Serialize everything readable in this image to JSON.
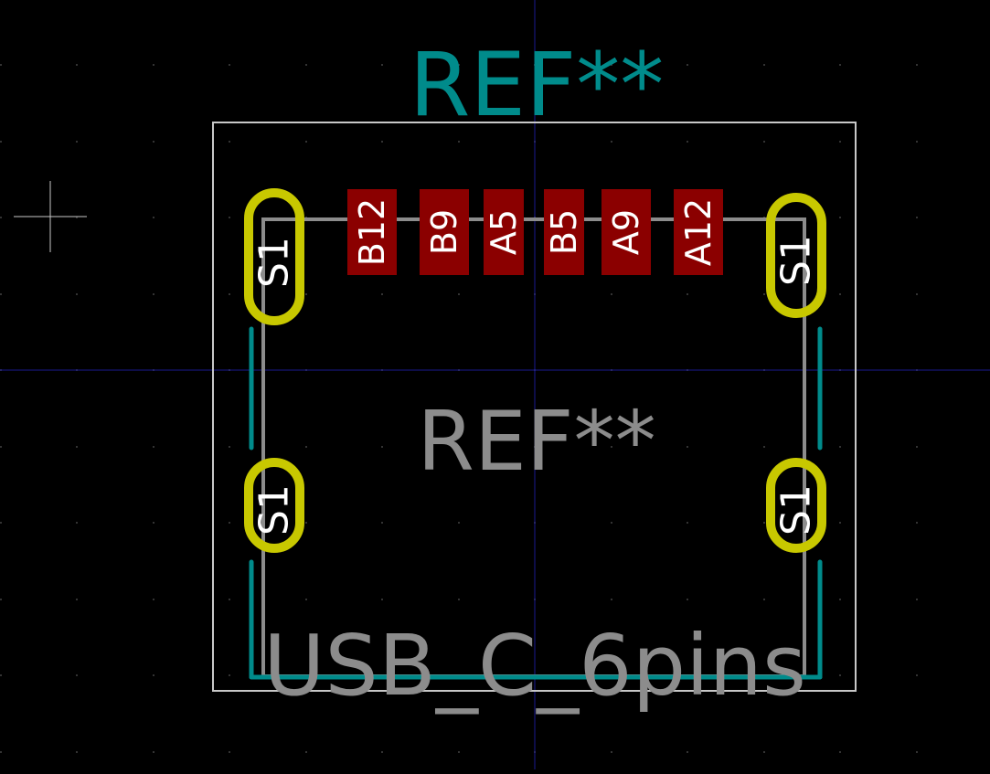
{
  "footprint": {
    "reference_silk": "REF**",
    "reference_fab": "REF**",
    "value_text": "USB_C_6pins"
  },
  "pads": {
    "smd": [
      {
        "label": "B12"
      },
      {
        "label": "B9"
      },
      {
        "label": "A5"
      },
      {
        "label": "B5"
      },
      {
        "label": "A9"
      },
      {
        "label": "A12"
      }
    ],
    "shield": [
      {
        "label": "S1"
      },
      {
        "label": "S1"
      },
      {
        "label": "S1"
      },
      {
        "label": "S1"
      }
    ]
  },
  "colors": {
    "background": "#000000",
    "silkscreen": "#008b8b",
    "fab": "#8c8c8c",
    "courtyard": "#c8c8c8",
    "smd_pad": "#8b0000",
    "tht_pad": "#c8c800",
    "pad_text": "#ffffff",
    "grid_dot": "#333333",
    "axis": "#1a1a90",
    "cursor": "#c8c8c8"
  }
}
